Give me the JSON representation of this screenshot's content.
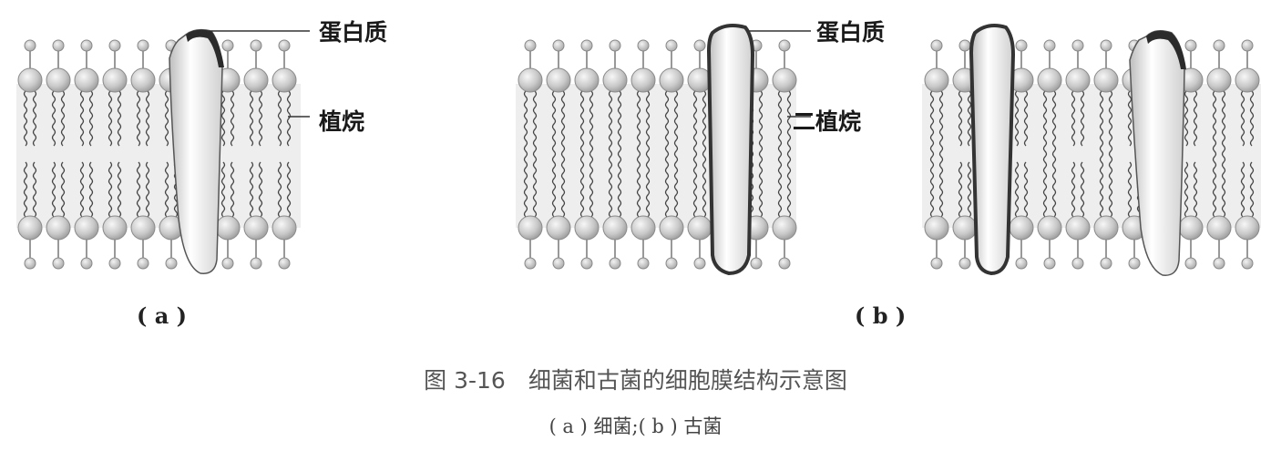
{
  "panel_a": {
    "label": "( a )",
    "callouts": {
      "protein": "蛋白质",
      "lipid": "植烷"
    }
  },
  "panel_b": {
    "label": "( b )",
    "callouts": {
      "protein": "蛋白质",
      "lipid": "二植烷"
    }
  },
  "caption": {
    "title": "图 3-16　细菌和古菌的细胞膜结构示意图",
    "subtitle": "( a ) 细菌;( b ) 古菌"
  },
  "colors": {
    "head": "#c9c9c9",
    "band": "#eeeeee",
    "protein_outline": "#333333"
  }
}
